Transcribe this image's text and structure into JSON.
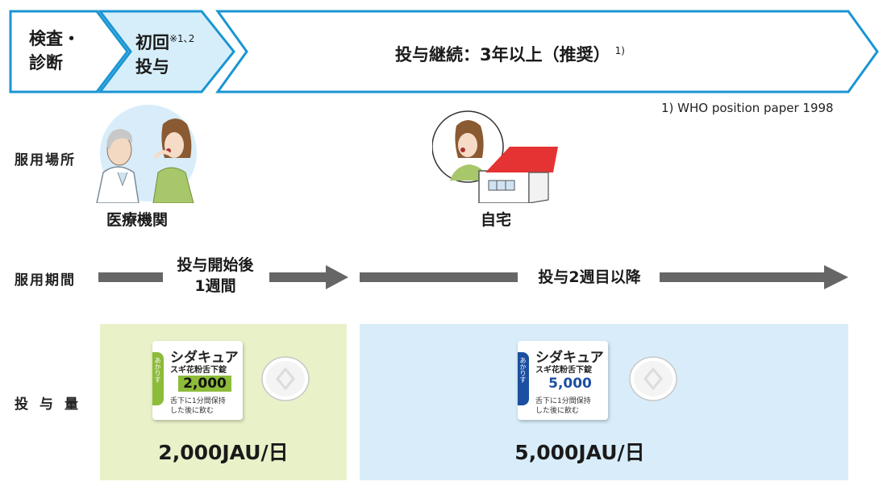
{
  "steps": [
    {
      "line1": "検査・",
      "line2": "診断"
    },
    {
      "line1": "初回",
      "sup": "※1､2",
      "line2": "投与"
    },
    {
      "label": "投与継続：3年以上（推奨）",
      "sup": "1)"
    }
  ],
  "footnote": "1) WHO position paper 1998",
  "rows": {
    "place": "服用場所",
    "period": "服用期間",
    "dose": "投与量"
  },
  "places": {
    "clinic": "医療機関",
    "home": "自宅"
  },
  "periods": {
    "first_line1": "投与開始後",
    "first_line2": "1週間",
    "second": "投与2週目以降"
  },
  "packages": [
    {
      "brand": "シダキュア",
      "product": "スギ花粉舌下錠",
      "strength": "2,000",
      "note_line1": "舌下に1分間保持",
      "note_line2": "した後に飲む",
      "side": "あかりす",
      "accent": "#8dbb3a"
    },
    {
      "brand": "シダキュア",
      "product": "スギ花粉舌下錠",
      "strength": "5,000",
      "note_line1": "舌下に1分間保持",
      "note_line2": "した後に飲む",
      "side": "あかりす",
      "accent": "#1c4fa0"
    }
  ],
  "doses": {
    "low": "2,000JAU/日",
    "high": "5,000JAU/日"
  },
  "colors": {
    "chevron_border": "#1a95d3",
    "chevron_active": "#d6eefa",
    "panel_green": "#e9f1c9",
    "panel_blue": "#d8edf9",
    "arrow_gray": "#666666"
  }
}
